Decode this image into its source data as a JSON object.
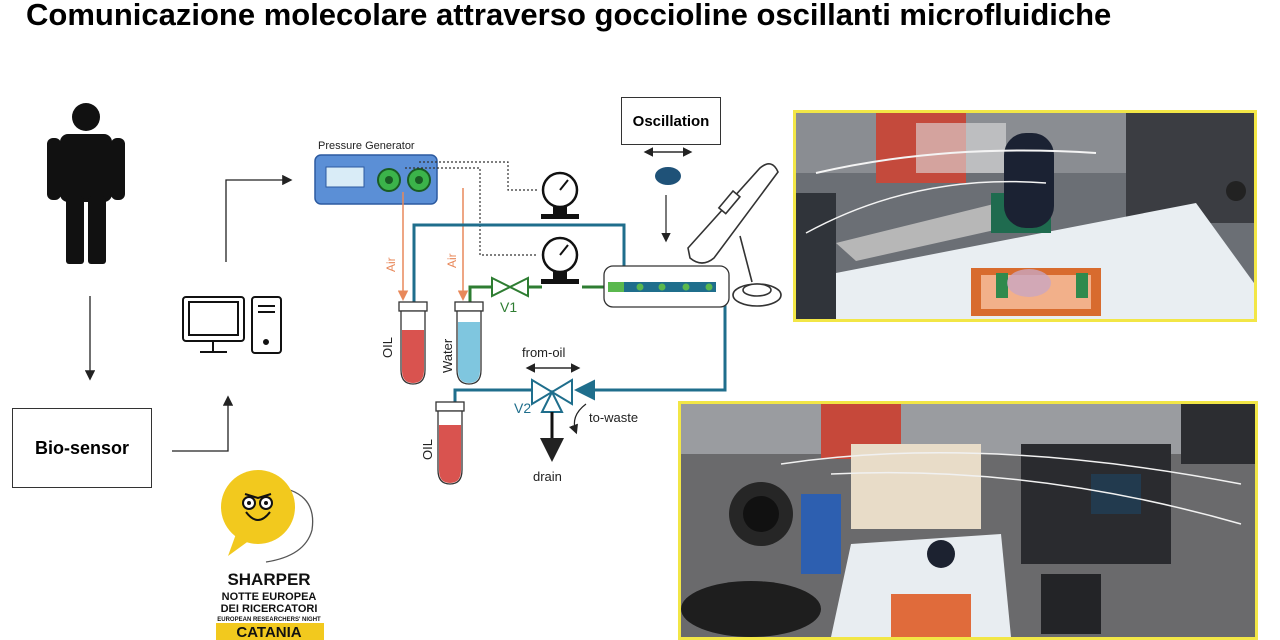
{
  "title": "Comunicazione molecolare attraverso goccioline oscillanti microfluidiche",
  "flow": {
    "biosensor_label": "Bio-sensor",
    "oscillation_label": "Oscillation"
  },
  "schematic": {
    "pressure_generator_label": "Pressure Generator",
    "air_label_1": "Air",
    "air_label_2": "Air",
    "oil_label_1": "OIL",
    "water_label": "Water",
    "oil_label_2": "OIL",
    "valve1_label": "V1",
    "valve2_label": "V2",
    "from_oil_label": "from-oil",
    "to_waste_label": "to-waste",
    "drain_label": "drain"
  },
  "logo": {
    "line1": "SHARPER",
    "line2": "NOTTE EUROPEA",
    "line3": "DEI RICERCATORI",
    "line4": "EUROPEAN RESEARCHERS' NIGHT",
    "line5": "CATANIA"
  },
  "colors": {
    "tube_blue": "#1f6e8c",
    "air_orange": "#e8885a",
    "valve_green": "#2e7d32",
    "oil_red": "#d9534f",
    "water_blue": "#7fc6df",
    "photo_border": "#f2e646"
  }
}
